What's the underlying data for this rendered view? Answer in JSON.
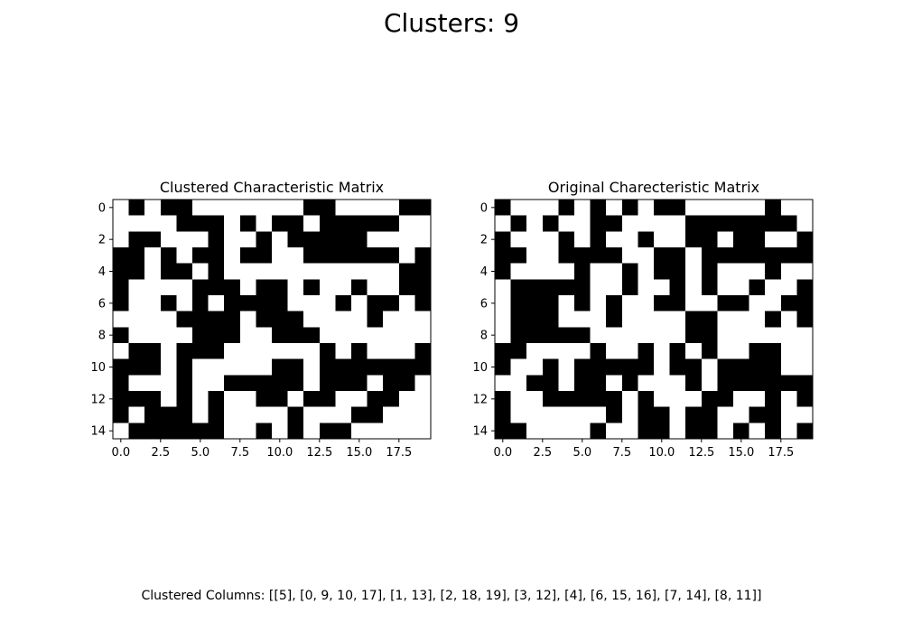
{
  "figure": {
    "title": "Clusters: 9",
    "caption": "Clustered Columns: [[5], [0, 9, 10, 17], [1, 13], [2, 18, 19], [3, 12], [4], [6, 15, 16], [7, 14], [8, 11]]"
  },
  "chart_data": [
    {
      "type": "heatmap",
      "title": "Clustered Characteristic Matrix",
      "colormap": "binary (1 = black, 0 = white)",
      "x_ticks": [
        "0.0",
        "2.5",
        "5.0",
        "7.5",
        "10.0",
        "12.5",
        "15.0",
        "17.5"
      ],
      "y_ticks": [
        "0",
        "2",
        "4",
        "6",
        "8",
        "10",
        "12",
        "14"
      ],
      "x_range": [
        -0.5,
        19.5
      ],
      "y_range": [
        14.5,
        -0.5
      ],
      "matrix": [
        [
          0,
          1,
          0,
          1,
          1,
          0,
          0,
          0,
          0,
          0,
          0,
          0,
          1,
          1,
          0,
          0,
          0,
          0,
          1,
          1
        ],
        [
          0,
          0,
          0,
          0,
          1,
          1,
          1,
          0,
          1,
          0,
          1,
          1,
          0,
          1,
          1,
          1,
          1,
          1,
          0,
          0
        ],
        [
          0,
          1,
          1,
          0,
          0,
          0,
          1,
          0,
          0,
          1,
          0,
          1,
          1,
          1,
          1,
          1,
          0,
          0,
          0,
          0
        ],
        [
          1,
          1,
          0,
          1,
          0,
          1,
          1,
          0,
          1,
          1,
          0,
          0,
          1,
          1,
          1,
          1,
          1,
          1,
          0,
          1
        ],
        [
          1,
          1,
          0,
          1,
          1,
          0,
          1,
          0,
          0,
          0,
          0,
          0,
          0,
          0,
          0,
          0,
          0,
          0,
          1,
          1
        ],
        [
          1,
          0,
          0,
          0,
          0,
          1,
          1,
          1,
          0,
          1,
          1,
          0,
          1,
          0,
          0,
          1,
          0,
          0,
          1,
          1
        ],
        [
          1,
          0,
          0,
          1,
          0,
          1,
          0,
          1,
          1,
          1,
          1,
          0,
          0,
          0,
          1,
          0,
          1,
          1,
          0,
          1
        ],
        [
          0,
          0,
          0,
          0,
          1,
          1,
          1,
          1,
          0,
          1,
          1,
          1,
          0,
          0,
          0,
          0,
          1,
          0,
          0,
          0
        ],
        [
          1,
          0,
          0,
          0,
          0,
          1,
          1,
          1,
          0,
          0,
          1,
          1,
          1,
          0,
          0,
          0,
          0,
          0,
          0,
          0
        ],
        [
          0,
          1,
          1,
          0,
          1,
          1,
          1,
          0,
          0,
          0,
          0,
          0,
          0,
          1,
          0,
          1,
          0,
          0,
          0,
          1
        ],
        [
          1,
          1,
          1,
          0,
          1,
          0,
          0,
          0,
          0,
          0,
          1,
          1,
          0,
          1,
          1,
          1,
          1,
          1,
          1,
          1
        ],
        [
          1,
          0,
          0,
          0,
          1,
          0,
          0,
          1,
          1,
          1,
          1,
          1,
          0,
          1,
          1,
          1,
          0,
          1,
          1,
          0
        ],
        [
          1,
          1,
          1,
          0,
          1,
          0,
          1,
          0,
          0,
          1,
          1,
          0,
          1,
          1,
          0,
          0,
          1,
          1,
          0,
          0
        ],
        [
          1,
          0,
          1,
          1,
          1,
          0,
          1,
          0,
          0,
          0,
          0,
          1,
          0,
          0,
          0,
          1,
          1,
          0,
          0,
          0
        ],
        [
          0,
          1,
          1,
          1,
          1,
          1,
          1,
          0,
          0,
          1,
          0,
          1,
          0,
          1,
          1,
          0,
          0,
          0,
          0,
          0
        ]
      ]
    },
    {
      "type": "heatmap",
      "title": "Original Charecteristic Matrix",
      "colormap": "binary (1 = black, 0 = white)",
      "x_ticks": [
        "0.0",
        "2.5",
        "5.0",
        "7.5",
        "10.0",
        "12.5",
        "15.0",
        "17.5"
      ],
      "y_ticks": [
        "0",
        "2",
        "4",
        "6",
        "8",
        "10",
        "12",
        "14"
      ],
      "x_range": [
        -0.5,
        19.5
      ],
      "y_range": [
        14.5,
        -0.5
      ],
      "matrix": [
        [
          1,
          0,
          0,
          0,
          1,
          0,
          1,
          0,
          1,
          0,
          1,
          1,
          0,
          0,
          0,
          0,
          0,
          1,
          0,
          0
        ],
        [
          0,
          1,
          0,
          1,
          0,
          0,
          1,
          1,
          0,
          0,
          0,
          0,
          1,
          1,
          1,
          1,
          1,
          1,
          1,
          0
        ],
        [
          1,
          0,
          0,
          0,
          1,
          0,
          1,
          0,
          0,
          1,
          0,
          0,
          1,
          1,
          0,
          1,
          1,
          0,
          0,
          1
        ],
        [
          1,
          1,
          0,
          0,
          1,
          1,
          1,
          1,
          0,
          0,
          1,
          1,
          0,
          1,
          1,
          1,
          1,
          1,
          1,
          1
        ],
        [
          1,
          0,
          0,
          0,
          0,
          1,
          0,
          0,
          1,
          0,
          1,
          1,
          0,
          1,
          0,
          0,
          0,
          1,
          0,
          0
        ],
        [
          0,
          1,
          1,
          1,
          1,
          1,
          0,
          0,
          1,
          0,
          0,
          1,
          0,
          1,
          0,
          0,
          1,
          0,
          0,
          1
        ],
        [
          0,
          1,
          1,
          1,
          0,
          1,
          0,
          1,
          0,
          0,
          1,
          1,
          0,
          0,
          1,
          1,
          0,
          0,
          1,
          1
        ],
        [
          0,
          1,
          1,
          1,
          0,
          0,
          0,
          1,
          0,
          0,
          0,
          0,
          1,
          1,
          0,
          0,
          0,
          1,
          0,
          1
        ],
        [
          0,
          1,
          1,
          1,
          1,
          1,
          0,
          0,
          0,
          0,
          0,
          0,
          1,
          1,
          0,
          0,
          0,
          0,
          0,
          0
        ],
        [
          1,
          1,
          0,
          0,
          0,
          0,
          1,
          0,
          0,
          1,
          0,
          1,
          0,
          1,
          0,
          0,
          1,
          1,
          0,
          0
        ],
        [
          1,
          0,
          0,
          1,
          0,
          1,
          1,
          1,
          1,
          1,
          0,
          1,
          1,
          0,
          1,
          1,
          1,
          1,
          0,
          0
        ],
        [
          0,
          0,
          1,
          1,
          0,
          1,
          1,
          0,
          1,
          0,
          0,
          0,
          1,
          0,
          1,
          1,
          1,
          1,
          1,
          1
        ],
        [
          1,
          0,
          0,
          1,
          1,
          1,
          1,
          1,
          0,
          1,
          0,
          0,
          0,
          1,
          1,
          0,
          0,
          1,
          0,
          1
        ],
        [
          1,
          0,
          0,
          0,
          0,
          0,
          0,
          1,
          0,
          1,
          1,
          0,
          1,
          1,
          0,
          0,
          1,
          1,
          0,
          0
        ],
        [
          1,
          1,
          0,
          0,
          0,
          0,
          1,
          0,
          0,
          1,
          1,
          0,
          1,
          1,
          0,
          1,
          0,
          1,
          0,
          1
        ]
      ]
    }
  ]
}
